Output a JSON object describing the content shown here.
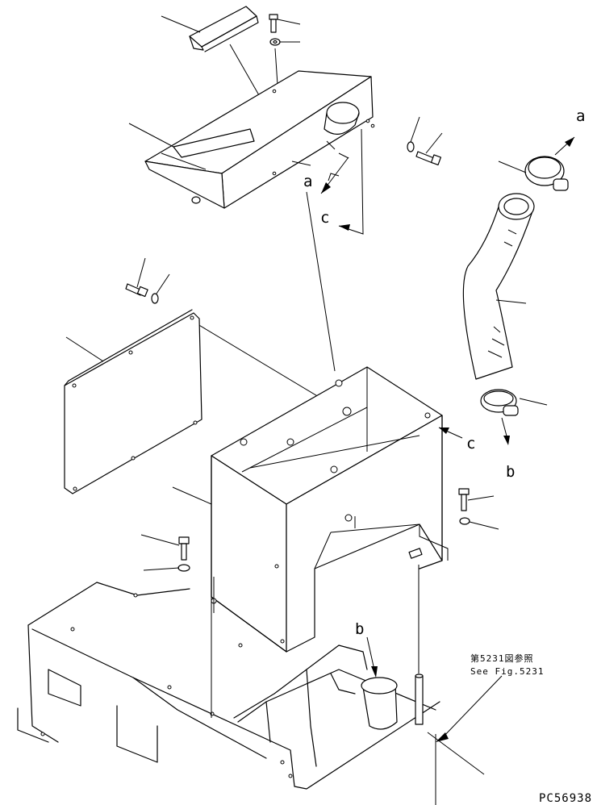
{
  "labels": {
    "a_top": "a",
    "a_mid": "a",
    "c_top": "c",
    "c_mid": "c",
    "b_right": "b",
    "b_bottom": "b"
  },
  "reference": {
    "jp": "第5231図参照",
    "en": "See Fig.5231"
  },
  "drawing_code": "PC56938"
}
